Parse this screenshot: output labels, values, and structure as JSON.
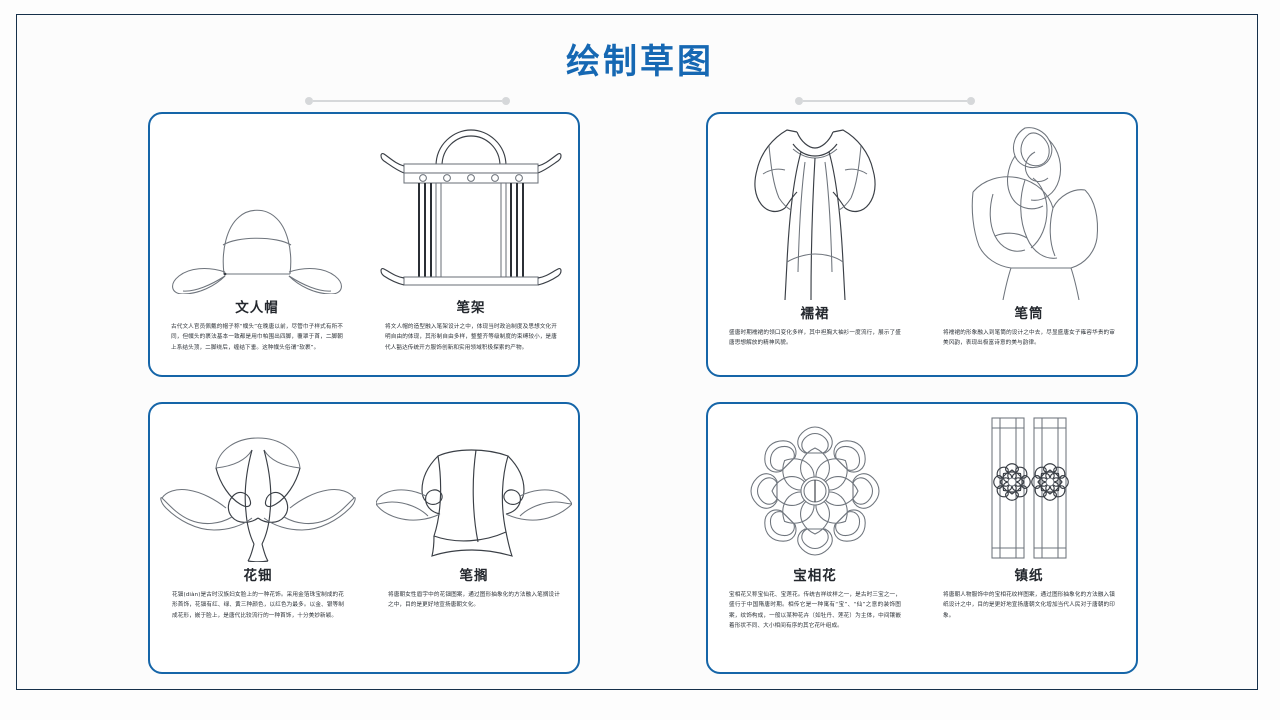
{
  "slide": {
    "title": "绘制草图",
    "title_color": "#1668b3",
    "frame_color": "#16304a",
    "card_border_color": "#1565a8",
    "rule_color": "#d6d8da"
  },
  "cards": [
    {
      "id": "card-top-left",
      "panes": [
        {
          "icon": "scholar-hat-sketch",
          "title": "文人帽",
          "desc": "古代文人官员佩戴的帽子称“幞头”在晚唐以前，尽管巾子样式有所不同，但幞头的裹法基本一致都是用巾帕围出四脚，覆罩于首，二脚朝上系结头顶，二脚绕后，缠结下垂。这种幞头俗谓“软裹”。"
        },
        {
          "icon": "brush-rack-sketch",
          "title": "笔架",
          "desc": "将文人帽的造型融入笔架设计之中，体现当时政治制度及思想文化开明自由的体现，其形制自由多样，整整齐等级制度的束缚较小，是唐代人豁达传统开方服饰创新和实用领域积极探索的产物。"
        }
      ]
    },
    {
      "id": "card-top-right",
      "panes": [
        {
          "icon": "ruqun-robe-sketch",
          "title": "襦裙",
          "desc": "盛唐时期襦裙的领口变化多样，其中袒胸大袖衫一度流行，展示了盛唐思想解放的精神风貌。"
        },
        {
          "icon": "brush-pot-sketch",
          "title": "笔筒",
          "desc": "将襦裙的形象融入到笔筒的设计之中去，尽显盛唐女子雍容华贵的审美风韵，表现出极富诗意的美与韵律。"
        }
      ]
    },
    {
      "id": "card-bottom-left",
      "panes": [
        {
          "icon": "floral-ornament-sketch",
          "title": "花钿",
          "desc": "花钿(diàn)是古时汉族妇女脸上的一种花饰。采用金箔珠宝制成的花形首饰，花钿有红、绿、黄三种颜色，以红色为最多。以金、银等制成花形，嵌于脸上，是唐代比较流行的一种首饰，十分美妙新颖。"
        },
        {
          "icon": "brush-rest-sketch",
          "title": "笔搁",
          "desc": "将唐朝女性眉宇中的花钿图案，通过图形抽象化的方法融入笔搁设计之中，目的是更好地宣扬唐朝文化。"
        }
      ]
    },
    {
      "id": "card-bottom-right",
      "panes": [
        {
          "icon": "baoxiang-rosette-sketch",
          "title": "宝相花",
          "desc": "宝相花又称宝仙花、宝莲花。传统吉祥纹样之一，是古时三宝之一，盛行于中国隋唐时期。相传它是一种寓有“宝”、“仙”之意的装饰图案，纹饰构成，一般以某种花卉（如牡丹、莲花）为主体，中间镶嵌着形状不同、大小相间有序的其它花叶组成。"
        },
        {
          "icon": "paperweight-sketch",
          "title": "镇纸",
          "desc": "将唐朝人物服饰中的宝相花纹样图案，通过图形抽象化的方法融入镇纸设计之中，目的是更好地宣扬唐朝文化增加当代人民对于唐朝的印象。"
        }
      ]
    }
  ]
}
